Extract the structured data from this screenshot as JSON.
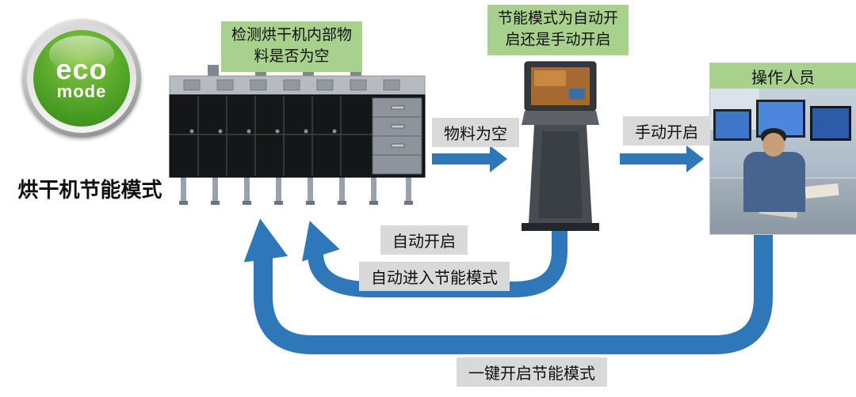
{
  "badge": {
    "line1": "eco",
    "line2": "mode"
  },
  "title": "烘干机节能模式",
  "green_labels": {
    "dryer_check": "检测烘干机内部物料是否为空",
    "mode_question": "节能模式为自动开启还是手动开启",
    "operator": "操作人员"
  },
  "flow_labels": {
    "material_empty": "物料为空",
    "manual_open": "手动开启",
    "auto_open": "自动开启",
    "auto_enter_eco": "自动进入节能模式",
    "one_key_eco": "一键开启节能模式"
  },
  "images": {
    "dryer": "industrial-dryer-machine",
    "kiosk": "touchscreen-control-kiosk",
    "operator": "operator-at-computer-workstation"
  },
  "colors": {
    "label_green": "#a9d18e",
    "label_gray": "#d9d9d9",
    "arrow_blue": "#2e77b8",
    "eco_green": "#58aa2b"
  }
}
